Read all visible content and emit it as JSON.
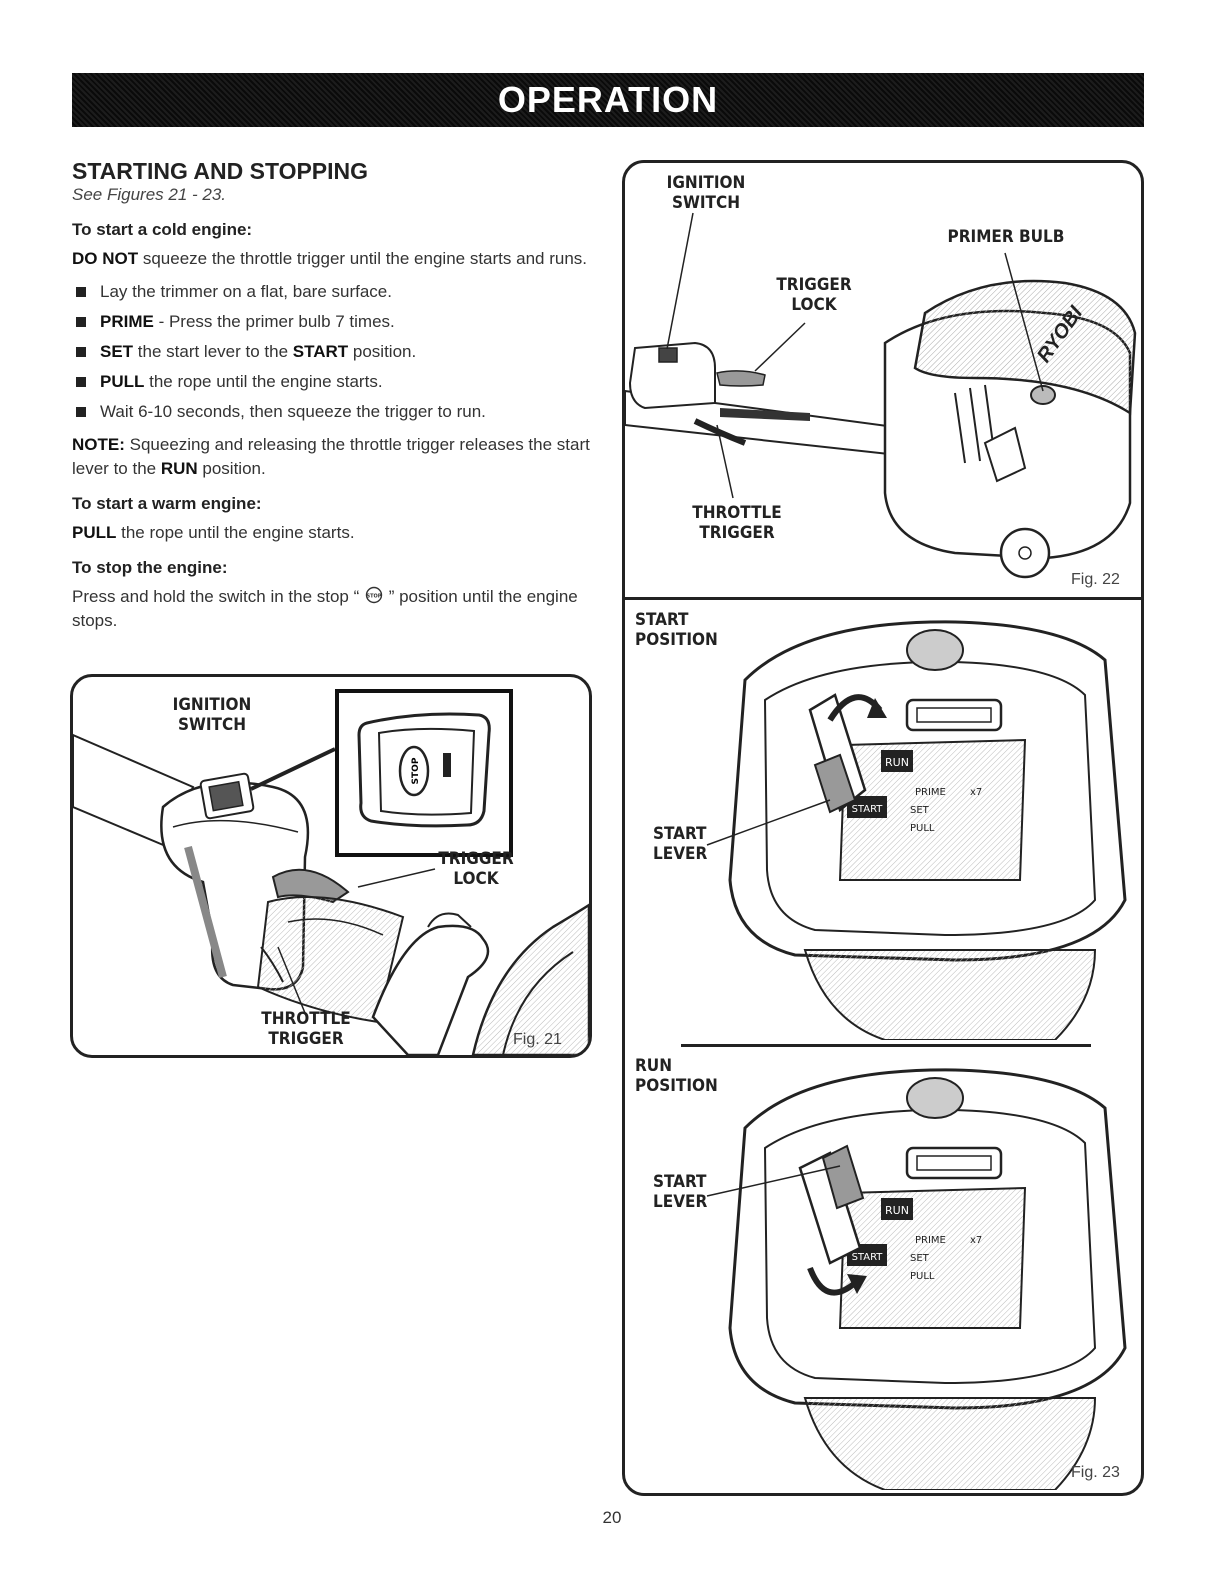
{
  "header": {
    "title": "OPERATION"
  },
  "section": {
    "title": "STARTING AND STOPPING",
    "see": "See Figures 21 - 23."
  },
  "cold": {
    "heading": "To start a cold engine:",
    "warn_bold": "DO NOT",
    "warn_text": " squeeze the throttle trigger until the engine starts and runs.",
    "steps": [
      {
        "bold": "",
        "text": "Lay the trimmer on a flat, bare surface."
      },
      {
        "bold": "PRIME",
        "text": " - Press the primer bulb 7 times."
      },
      {
        "bold": "SET",
        "text": " the start lever to the ",
        "bold2": "START",
        "text2": " position."
      },
      {
        "bold": "PULL",
        "text": " the rope until the engine starts."
      },
      {
        "bold": "",
        "text": "Wait 6-10 seconds, then squeeze the trigger to run."
      }
    ],
    "note_bold": "NOTE:",
    "note_text": " Squeezing and releasing the throttle trigger releases the start lever to the ",
    "note_bold2": "RUN",
    "note_text2": " position."
  },
  "warm": {
    "heading": "To start a warm engine:",
    "bold": "PULL",
    "text": " the rope until the engine starts."
  },
  "stop": {
    "heading": "To stop the engine:",
    "text1": "Press and hold the switch in the stop “ ",
    "icon_text": "STOP",
    "text2": " ” position until the engine stops."
  },
  "fig21": {
    "label": "Fig. 21",
    "ignition": "IGNITION SWITCH",
    "trigger_lock": "TRIGGER LOCK",
    "throttle": "THROTTLE TRIGGER",
    "stop_icon": "STOP"
  },
  "fig22": {
    "label": "Fig. 22",
    "ignition": "IGNITION SWITCH",
    "primer": "PRIMER BULB",
    "trigger_lock": "TRIGGER LOCK",
    "throttle": "THROTTLE TRIGGER",
    "brand": "RYOBI"
  },
  "fig23": {
    "label": "Fig. 23",
    "start_pos": "START POSITION",
    "run_pos": "RUN POSITION",
    "start_lever": "START LEVER",
    "decal_run": "RUN",
    "decal_start": "START",
    "decal_prime": "PRIME",
    "decal_set": "SET",
    "decal_pull": "PULL",
    "decal_x7": "x7"
  },
  "footer": {
    "page": "20"
  }
}
